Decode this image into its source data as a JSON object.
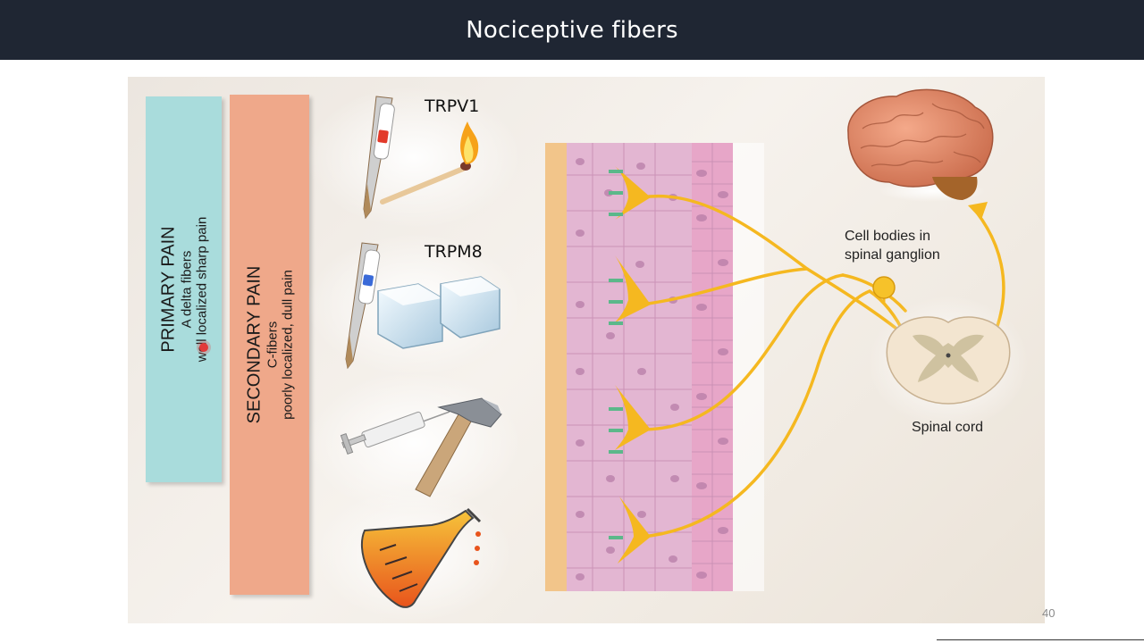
{
  "slide": {
    "title": "Nociceptive fibers",
    "slide_number": "40"
  },
  "primary_pain": {
    "heading": "PRIMARY PAIN",
    "fiber": "A delta fibers",
    "quality": "well localized sharp pain"
  },
  "secondary_pain": {
    "heading": "SECONDARY PAIN",
    "fiber": "C-fibers",
    "quality": "poorly localized, dull pain"
  },
  "receptor_labels": {
    "heat": "TRPV1",
    "cold": "TRPM8"
  },
  "figure_labels": {
    "ganglion_line1": "Cell bodies in",
    "ganglion_line2": "spinal ganglion",
    "spinal_cord": "Spinal cord"
  },
  "colors": {
    "title_bar": "#1f2633",
    "primary_panel": "#a9dcdc",
    "secondary_panel": "#efa88a",
    "nerve_fiber": "#f5b820",
    "epidermis": "#e3b6d2"
  }
}
